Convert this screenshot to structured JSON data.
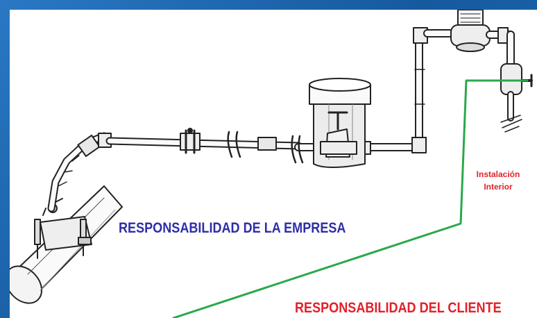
{
  "labels": {
    "company_responsibility": "RESPONSABILIDAD DE LA EMPRESA",
    "client_responsibility": "RESPONSABILIDAD DEL CLIENTE",
    "interior_installation_line1": "Instalación",
    "interior_installation_line2": "Interior"
  },
  "colors": {
    "frame": "#1a5fa8",
    "company_text": "#2e2ea8",
    "client_text": "#e2202a",
    "boundary_line": "#2aa84a"
  }
}
